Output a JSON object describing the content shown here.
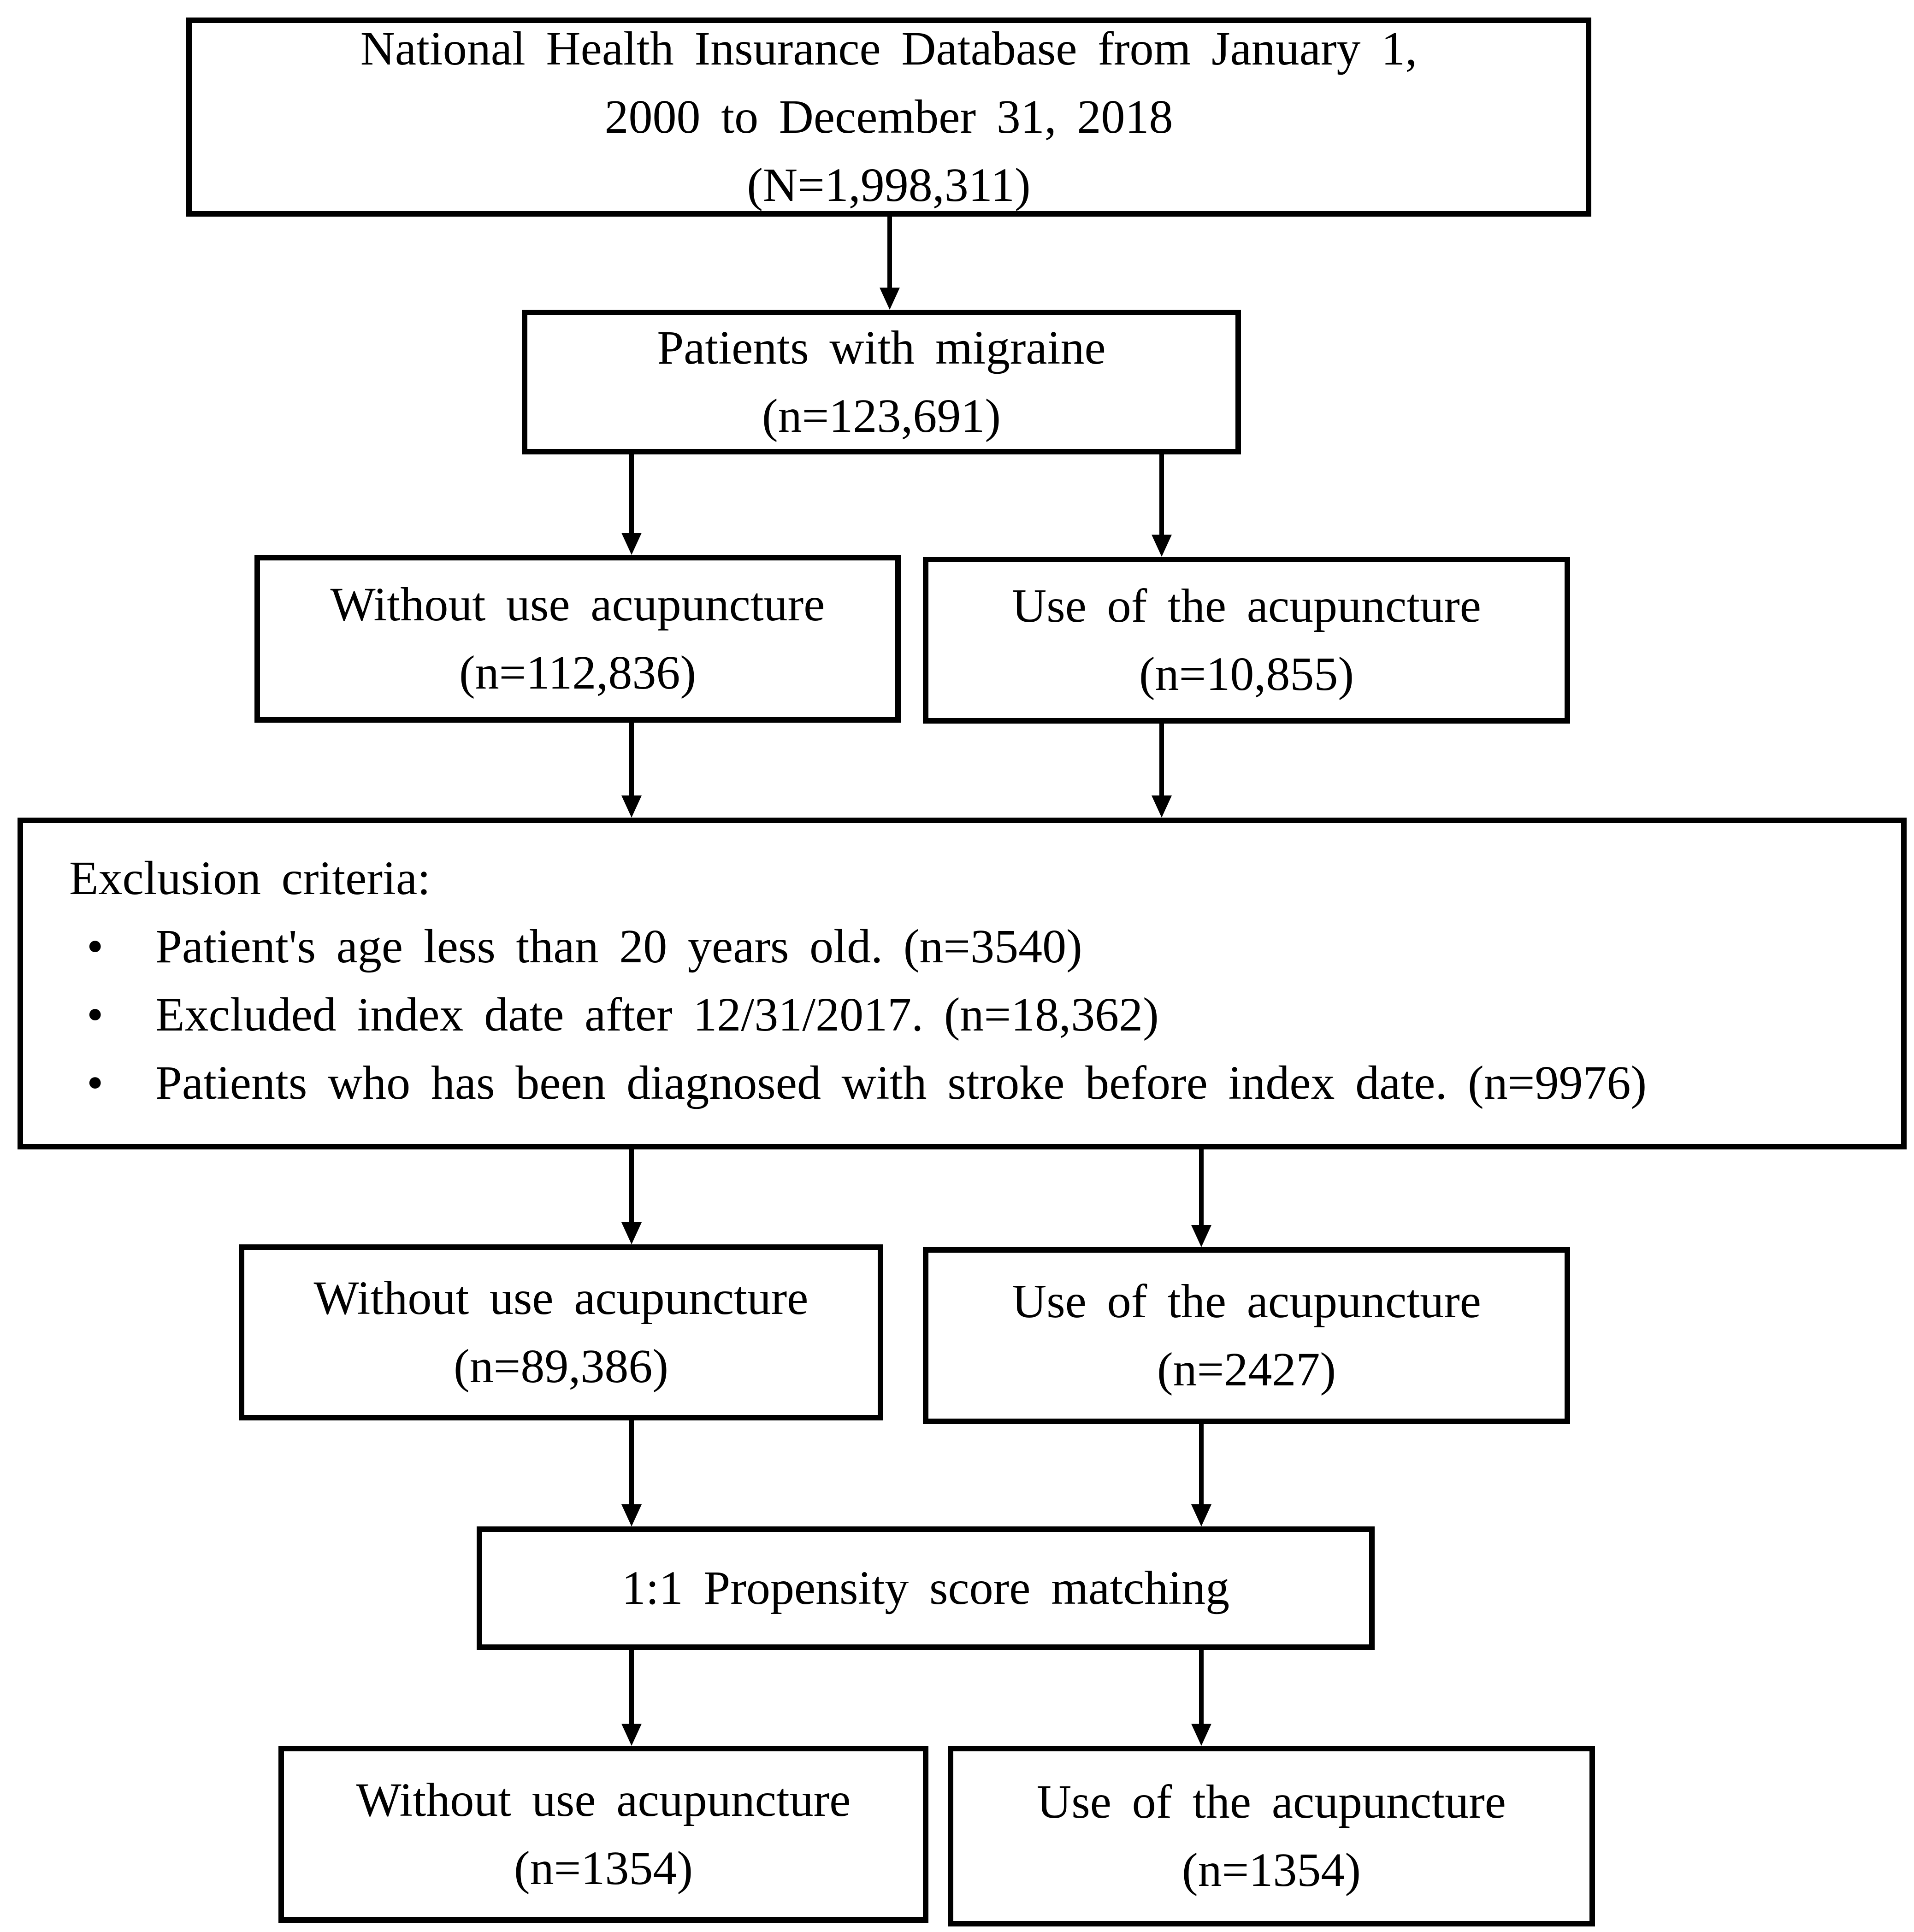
{
  "palette": {
    "background": "#ffffff",
    "ink": "#000000"
  },
  "flowchart": {
    "nodes": {
      "database": {
        "lines": [
          "National Health Insurance Database from January 1,",
          "2000 to December 31, 2018",
          "(N=1,998,311)"
        ]
      },
      "migraine": {
        "lines": [
          "Patients with migraine",
          "(n=123,691)"
        ]
      },
      "without_acupuncture_initial": {
        "lines": [
          "Without use acupuncture",
          "(n=112,836)"
        ]
      },
      "use_acupuncture_initial": {
        "lines": [
          "Use of the acupuncture",
          "(n=10,855)"
        ]
      },
      "exclusion": {
        "heading": "Exclusion criteria:",
        "bullets": [
          "Patient's age less than 20 years old. (n=3540)",
          "Excluded index date after 12/31/2017. (n=18,362)",
          "Patients who has been diagnosed with stroke before index date. (n=9976)"
        ]
      },
      "without_acupuncture_after_exclusion": {
        "lines": [
          "Without use acupuncture",
          "(n=89,386)"
        ]
      },
      "use_acupuncture_after_exclusion": {
        "lines": [
          "Use of the acupuncture",
          "(n=2427)"
        ]
      },
      "propensity_matching": {
        "lines": [
          "1:1 Propensity score matching"
        ]
      },
      "without_acupuncture_matched": {
        "lines": [
          "Without use acupuncture",
          "(n=1354)"
        ]
      },
      "use_acupuncture_matched": {
        "lines": [
          "Use of the acupuncture",
          "(n=1354)"
        ]
      }
    }
  }
}
